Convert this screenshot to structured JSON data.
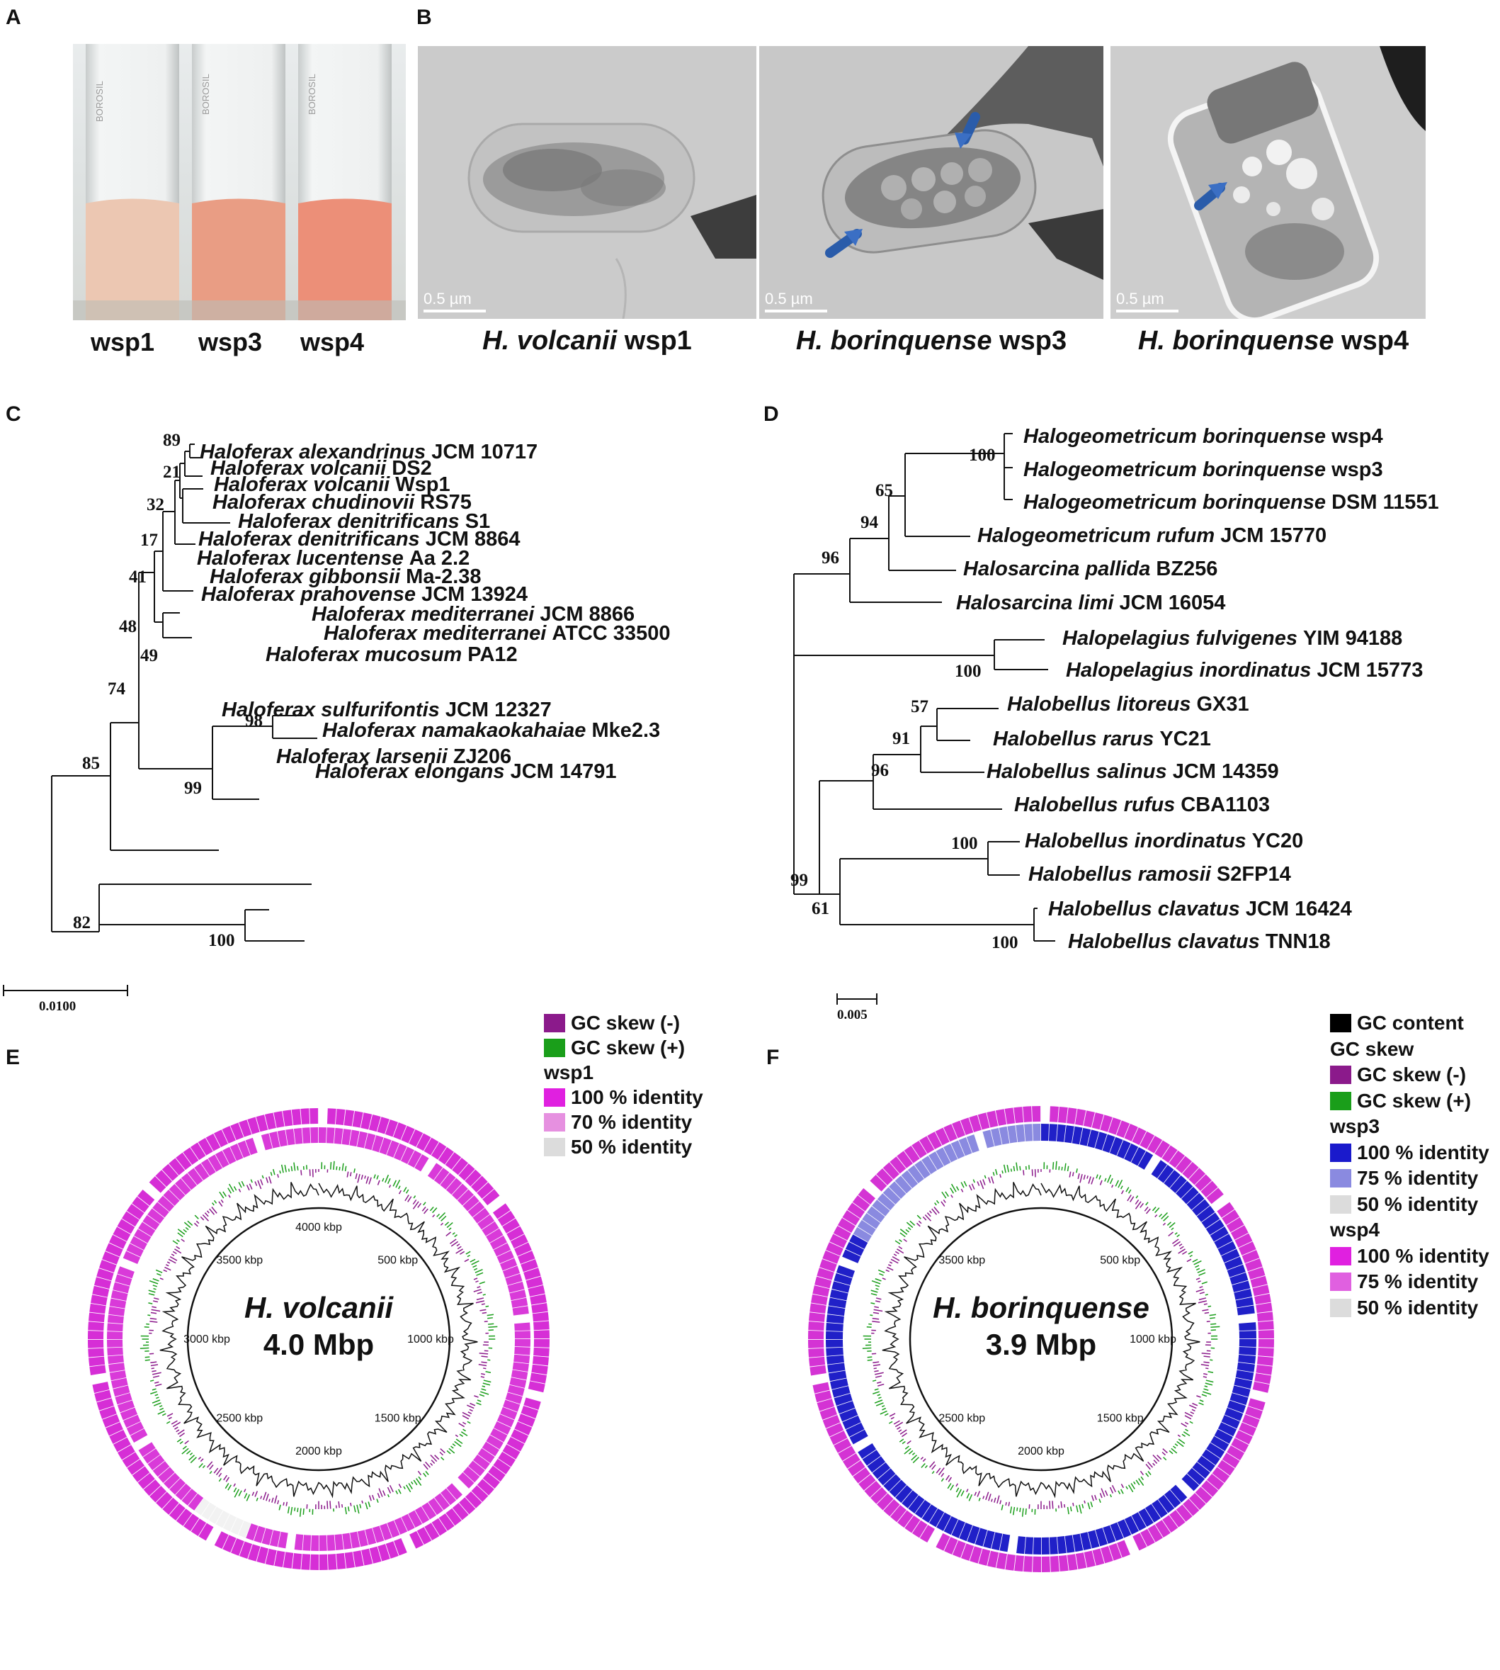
{
  "panels": {
    "a": {
      "letter": "A",
      "tube_labels": [
        "wsp1",
        "wsp3",
        "wsp4"
      ],
      "tube_brand": "BOROSIL"
    },
    "b": {
      "letter": "B",
      "scale_bar": "0.5 µm",
      "images": [
        {
          "species": "H. volcanii",
          "strain": "wsp1"
        },
        {
          "species": "H. borinquense",
          "strain": "wsp3"
        },
        {
          "species": "H. borinquense",
          "strain": "wsp4"
        }
      ]
    },
    "c": {
      "letter": "C",
      "scale": "0.0100",
      "taxa": [
        {
          "genus": "Haloferax",
          "epithet": "alexandrinus",
          "strain": "JCM 10717"
        },
        {
          "genus": "Haloferax",
          "epithet": "volcanii",
          "strain": "DS2"
        },
        {
          "genus": "Haloferax",
          "epithet": "volcanii",
          "strain": "Wsp1"
        },
        {
          "genus": "Haloferax",
          "epithet": "chudinovii",
          "strain": "RS75"
        },
        {
          "genus": "Haloferax",
          "epithet": "denitrificans",
          "strain": "S1"
        },
        {
          "genus": "Haloferax",
          "epithet": "denitrificans",
          "strain": "JCM 8864"
        },
        {
          "genus": "Haloferax",
          "epithet": "lucentense",
          "strain": "Aa 2.2"
        },
        {
          "genus": "Haloferax",
          "epithet": "gibbonsii",
          "strain": "Ma-2.38"
        },
        {
          "genus": "Haloferax",
          "epithet": "prahovense",
          "strain": "JCM 13924"
        },
        {
          "genus": "Haloferax",
          "epithet": "mediterranei",
          "strain": "JCM 8866"
        },
        {
          "genus": "Haloferax",
          "epithet": "mediterranei",
          "strain": "ATCC 33500"
        },
        {
          "genus": "Haloferax",
          "epithet": "mucosum",
          "strain": "PA12"
        },
        {
          "genus": "Haloferax",
          "epithet": "sulfurifontis",
          "strain": "JCM 12327"
        },
        {
          "genus": "Haloferax",
          "epithet": "namakaokahaiae",
          "strain": "Mke2.3"
        },
        {
          "genus": "Haloferax",
          "epithet": "larsenii",
          "strain": "ZJ206"
        },
        {
          "genus": "Haloferax",
          "epithet": "elongans",
          "strain": "JCM 14791"
        }
      ],
      "bootstraps": [
        "89",
        "21",
        "32",
        "17",
        "41",
        "48",
        "49",
        "74",
        "98",
        "99",
        "85",
        "82",
        "100"
      ]
    },
    "d": {
      "letter": "D",
      "scale": "0.005",
      "taxa": [
        {
          "genus": "Halogeometricum",
          "epithet": "borinquense",
          "strain": "wsp4"
        },
        {
          "genus": "Halogeometricum",
          "epithet": "borinquense",
          "strain": "wsp3"
        },
        {
          "genus": "Halogeometricum",
          "epithet": "borinquense",
          "strain": "DSM 11551"
        },
        {
          "genus": "Halogeometricum",
          "epithet": "rufum",
          "strain": "JCM 15770"
        },
        {
          "genus": "Halosarcina",
          "epithet": "pallida",
          "strain": "BZ256"
        },
        {
          "genus": "Halosarcina",
          "epithet": "limi",
          "strain": "JCM 16054"
        },
        {
          "genus": "Halopelagius",
          "epithet": "fulvigenes",
          "strain": "YIM 94188"
        },
        {
          "genus": "Halopelagius",
          "epithet": "inordinatus",
          "strain": "JCM 15773"
        },
        {
          "genus": "Halobellus",
          "epithet": "litoreus",
          "strain": "GX31"
        },
        {
          "genus": "Halobellus",
          "epithet": "rarus",
          "strain": "YC21"
        },
        {
          "genus": "Halobellus",
          "epithet": "salinus",
          "strain": "JCM 14359"
        },
        {
          "genus": "Halobellus",
          "epithet": "rufus",
          "strain": "CBA1103"
        },
        {
          "genus": "Halobellus",
          "epithet": "inordinatus",
          "strain": "YC20"
        },
        {
          "genus": "Halobellus",
          "epithet": "ramosii",
          "strain": "S2FP14"
        },
        {
          "genus": "Halobellus",
          "epithet": "clavatus",
          "strain": "JCM 16424"
        },
        {
          "genus": "Halobellus",
          "epithet": "clavatus",
          "strain": "TNN18"
        }
      ],
      "bootstraps": [
        "100",
        "65",
        "94",
        "96",
        "100",
        "57",
        "91",
        "96",
        "100",
        "99",
        "61",
        "100"
      ]
    },
    "e": {
      "letter": "E",
      "species": "H. volcanii",
      "size": "4.0 Mbp",
      "ticks": [
        "4000 kbp",
        "500 kbp",
        "1000 kbp",
        "1500 kbp",
        "2000 kbp",
        "2500 kbp",
        "3000 kbp",
        "3500 kbp"
      ],
      "legend": [
        {
          "label": "GC skew (-)",
          "color": "#8b1a8b"
        },
        {
          "label": "GC skew (+)",
          "color": "#1a9e1a"
        },
        {
          "label": "wsp1",
          "color": ""
        },
        {
          "label": "100 % identity",
          "color": "#e020e0"
        },
        {
          "label": "70 % identity",
          "color": "#e690e0"
        },
        {
          "label": "50 % identity",
          "color": "#dcdcdc"
        }
      ]
    },
    "f": {
      "letter": "F",
      "species": "H. borinquense",
      "size": "3.9 Mbp",
      "ticks": [
        "500 kbp",
        "1000 kbp",
        "1500 kbp",
        "2000 kbp",
        "2500 kbp",
        "3500 kbp"
      ],
      "legend": [
        {
          "label": "GC content",
          "color": "#000000"
        },
        {
          "label": "GC skew",
          "color": ""
        },
        {
          "label": "GC skew (-)",
          "color": "#8b1a8b"
        },
        {
          "label": "GC skew (+)",
          "color": "#1a9e1a"
        },
        {
          "label": "wsp3",
          "color": ""
        },
        {
          "label": "100 % identity",
          "color": "#1a1acc"
        },
        {
          "label": "75 % identity",
          "color": "#8a8ae0"
        },
        {
          "label": "50 % identity",
          "color": "#dcdcdc"
        },
        {
          "label": "wsp4",
          "color": ""
        },
        {
          "label": "100 % identity",
          "color": "#e020e0"
        },
        {
          "label": "75 % identity",
          "color": "#e060e0"
        },
        {
          "label": "50 % identity",
          "color": "#dcdcdc"
        }
      ]
    }
  }
}
